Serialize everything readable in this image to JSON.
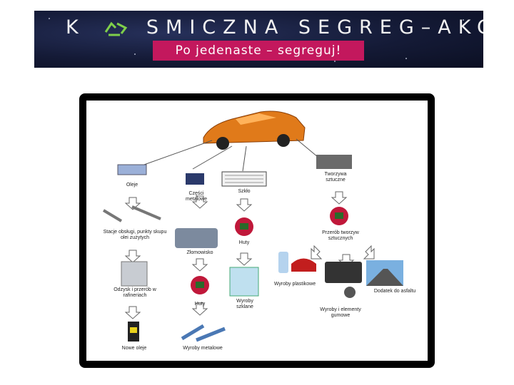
{
  "banner": {
    "title_part1": "K",
    "title_part2": "SMICZNA SEGREG–AKCJA!",
    "subtitle": "Po jedenaste – segreguj!",
    "icon": "recycle-icon"
  },
  "diagram": {
    "nodes": {
      "oleje": "Oleje",
      "czesci": "Części metalowe",
      "szklo": "Szkło",
      "tworzywa": "Tworzywa sztuczne",
      "stacje": "Stacje obsługi, punkty skupu olei zużytych",
      "zlomowisko": "Złomowisko",
      "huty1": "Huty",
      "przerob": "Przerób tworzyw sztucznych",
      "odzysk": "Odzysk i przerób w rafineriach",
      "huty2": "Huty",
      "wyroby_szklane": "Wyroby szklane",
      "wyroby_plastikowe": "Wyroby plastikowe",
      "wyroby_gumowe": "Wyroby i elementy gumowe",
      "dodatek": "Dodatek do asfaltu",
      "nowe_oleje": "Nowe oleje",
      "wyroby_metalowe": "Wyroby metalowe"
    }
  },
  "colors": {
    "banner_bg": "#141a36",
    "subtitle_bg": "#c3185d",
    "car": "#e07a1a"
  }
}
